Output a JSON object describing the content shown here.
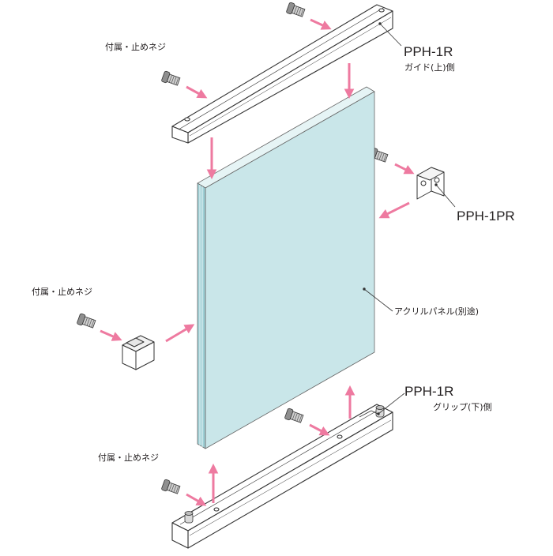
{
  "labels": {
    "screw_note_top": "付属・止めネジ",
    "screw_note_mid": "付属・止めネジ",
    "screw_note_bottom": "付属・止めネジ",
    "top_part_code": "PPH-1R",
    "top_part_side": "ガイド(上)側",
    "right_part_code": "PPH-1PR",
    "panel_note": "アクリルパネル(別途)",
    "bottom_part_code": "PPH-1R",
    "bottom_part_side": "グリップ(下)側"
  },
  "colors": {
    "panel_fill": "#c9e6e9",
    "panel_edge": "#9fd0d6",
    "arrow": "#ee7aa0",
    "line": "#333333",
    "metal": "#ffffff",
    "screw": "#9a9a9a"
  }
}
